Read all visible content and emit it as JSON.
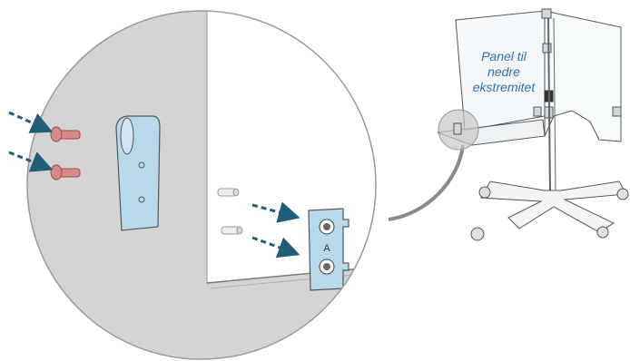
{
  "callout": {
    "line1": "Panel til",
    "line2": "nedre",
    "line3": "ekstremitet"
  },
  "bracket": {
    "letter": "A"
  },
  "colors": {
    "bracket_fill": "#b8d9ea",
    "arrow": "#1f5e78",
    "screw": "#d88a8a",
    "zoom_bg": "#d4d4d4",
    "callout_text": "#2f6fa8"
  }
}
